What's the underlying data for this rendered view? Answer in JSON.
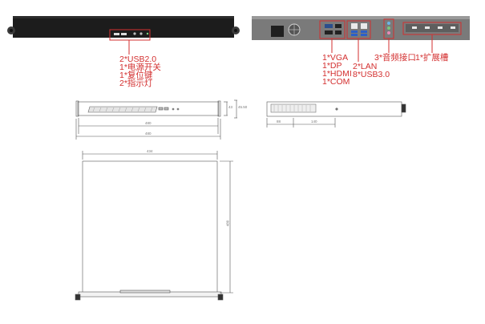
{
  "colors": {
    "callout_red": "#d32f2f",
    "chassis_black": "#1e1e1e",
    "rear_gray": "#7c7c7c",
    "drawing_line": "#555555"
  },
  "front_panel": {
    "callout": {
      "usb": "2*USB2.0",
      "power": "1*电源开关",
      "reset": "1*复位键",
      "led": "2*指示灯"
    }
  },
  "rear_panel": {
    "callout_video": {
      "vga": "1*VGA",
      "dp": "1*DP",
      "hdmi": "1*HDMI",
      "com": "1*COM"
    },
    "callout_net": {
      "lan": "2*LAN",
      "usb3": "8*USB3.0"
    },
    "callout_audio": "3*音频接口",
    "callout_slot": "1*扩展槽"
  },
  "drawing_front": {
    "height": "43",
    "ears": "45.50",
    "inner_width": "480",
    "total_width": "480"
  },
  "drawing_side": {
    "dim_a": "88",
    "dim_b": "140"
  },
  "drawing_top": {
    "width": "434",
    "depth": "480"
  }
}
